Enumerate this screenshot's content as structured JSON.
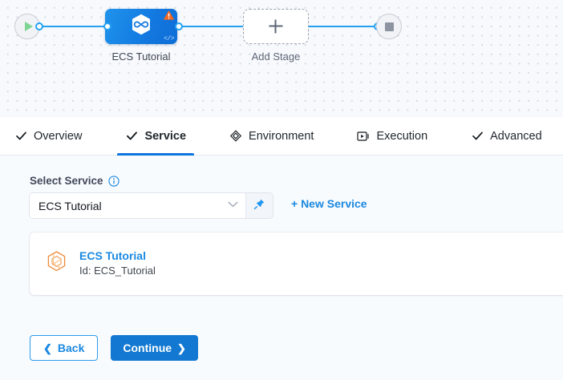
{
  "canvas": {
    "start_node": {
      "icon": "play-icon"
    },
    "end_node": {
      "icon": "stop-icon"
    },
    "stage": {
      "label": "ECS Tutorial",
      "icon": "harness-hexagon-icon",
      "warning_icon": "warning-triangle-icon",
      "code_icon": "code-brackets-icon",
      "code_glyph": "</>",
      "color": "#1278e0"
    },
    "add_stage": {
      "label": "Add Stage",
      "icon": "plus-icon"
    },
    "edge_color": "#24a1f3"
  },
  "tabs": [
    {
      "label": "Overview",
      "icon": "check-icon",
      "active": false
    },
    {
      "label": "Service",
      "icon": "check-icon",
      "active": true
    },
    {
      "label": "Environment",
      "icon": "layers-diamond-icon",
      "active": false
    },
    {
      "label": "Execution",
      "icon": "play-box-icon",
      "active": false
    },
    {
      "label": "Advanced",
      "icon": "check-icon",
      "active": false
    }
  ],
  "active_tab_color": "#0b74dd",
  "panel": {
    "field_label": "Select Service",
    "info_icon": "info-icon",
    "select": {
      "value": "ECS Tutorial",
      "chevron_icon": "chevron-down-icon",
      "pin_icon": "pin-icon"
    },
    "new_service_label": "+ New Service",
    "service_card": {
      "icon": "aws-cube-icon",
      "name": "ECS Tutorial",
      "id": "Id: ECS_Tutorial"
    },
    "buttons": {
      "back": {
        "label": "Back",
        "icon": "chevron-left-icon",
        "glyph": "❮"
      },
      "continue": {
        "label": "Continue",
        "icon": "chevron-right-icon",
        "glyph": "❯"
      }
    },
    "accent_color": "#1a88e0"
  }
}
